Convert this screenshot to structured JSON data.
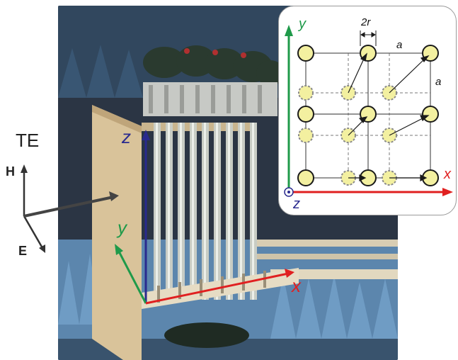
{
  "field_labels": {
    "mode": "TE",
    "h_field": "H",
    "e_field": "E"
  },
  "photo_axes": {
    "z": "z",
    "y": "y",
    "x": "x"
  },
  "inset": {
    "axis_y": "y",
    "axis_x": "x",
    "axis_z": "z",
    "rod_diameter": "2r",
    "lattice_const_top": "a",
    "lattice_const_side": "a"
  },
  "colors": {
    "axis_z": "#2a2a8e",
    "axis_y": "#1f9a4a",
    "axis_x": "#e02020",
    "rod_fill": "#f3f0a0",
    "rod_solid_stroke": "#1a1a1a",
    "rod_dashed_stroke": "#8a8a8a",
    "absorber_blue": "#4f7fb0"
  }
}
